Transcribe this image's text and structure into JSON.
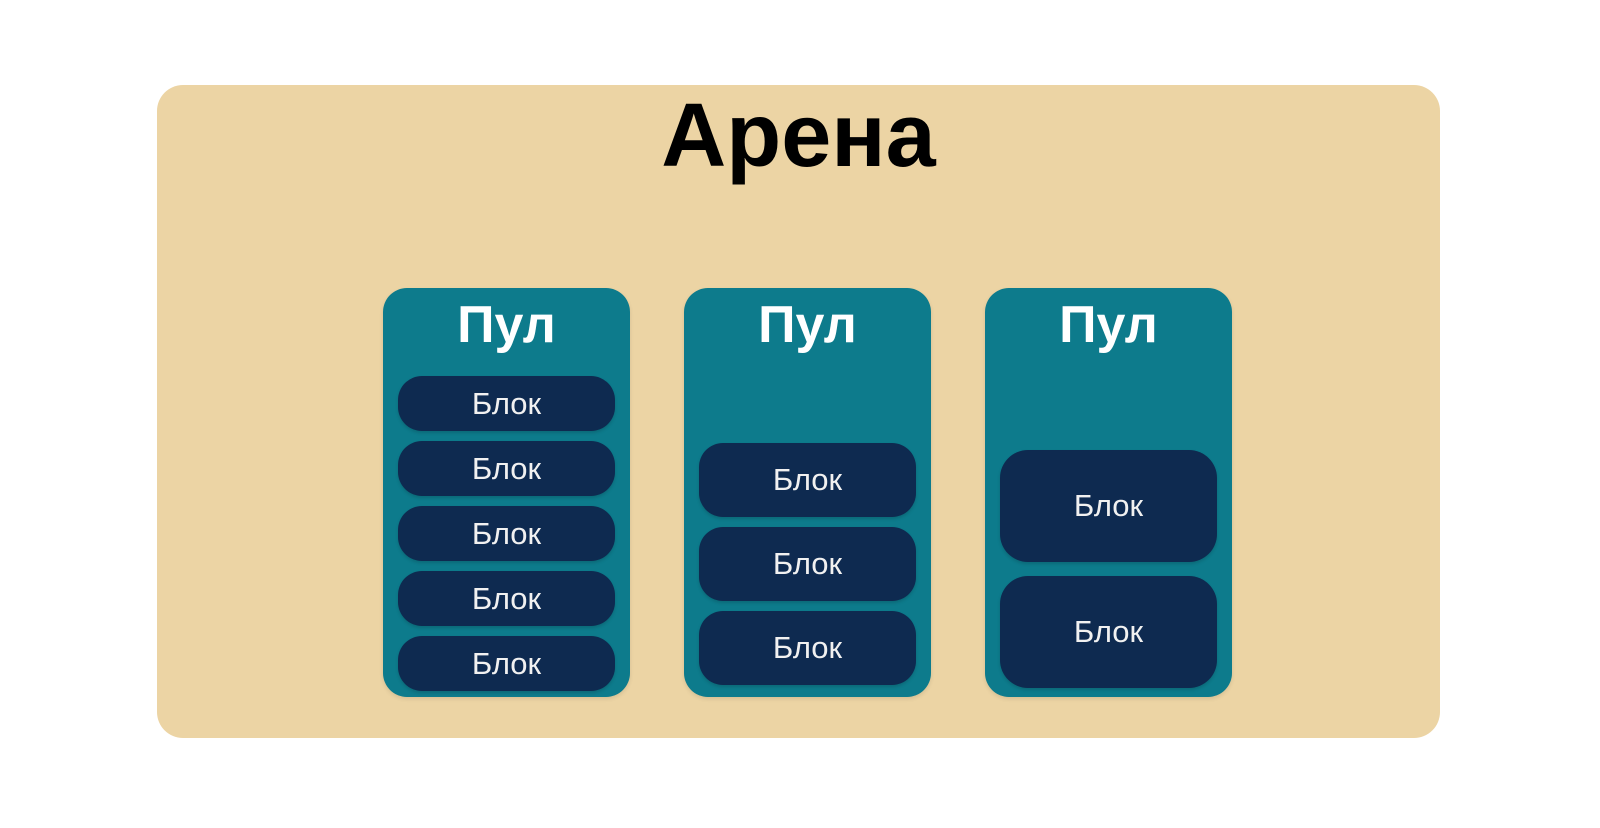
{
  "diagram": {
    "arena": {
      "title": "Арена",
      "pools": [
        {
          "title": "Пул",
          "blocks": [
            "Блок",
            "Блок",
            "Блок",
            "Блок",
            "Блок"
          ]
        },
        {
          "title": "Пул",
          "blocks": [
            "Блок",
            "Блок",
            "Блок"
          ]
        },
        {
          "title": "Пул",
          "blocks": [
            "Блок",
            "Блок"
          ]
        }
      ]
    },
    "colors": {
      "background": "#FFFFFF",
      "arena_fill": "#ECD4A4",
      "pool_fill": "#0D7B8C",
      "block_fill": "#0E2A50",
      "arena_text": "#000000",
      "pool_text": "#FFFFFF",
      "block_text": "#F1F1F1"
    }
  }
}
